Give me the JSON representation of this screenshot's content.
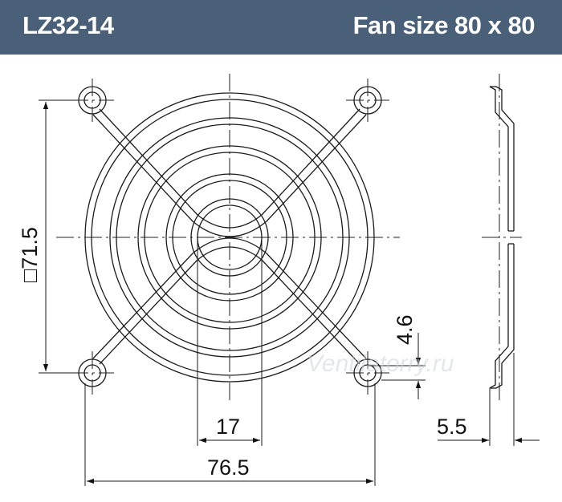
{
  "header": {
    "model": "LZ32-14",
    "fan_size": "Fan size 80 x 80"
  },
  "dimensions": {
    "square_size": "□71.5",
    "hole_offset": "4.6",
    "center_opening": "17",
    "overall_width": "76.5",
    "thickness": "5.5"
  },
  "watermark": "Ventilatorry.ru",
  "colors": {
    "header_bg": "#4a6079",
    "header_text": "#ffffff",
    "drawing_line": "#1a1a1a",
    "grille_fill": "#f4e9dc"
  }
}
